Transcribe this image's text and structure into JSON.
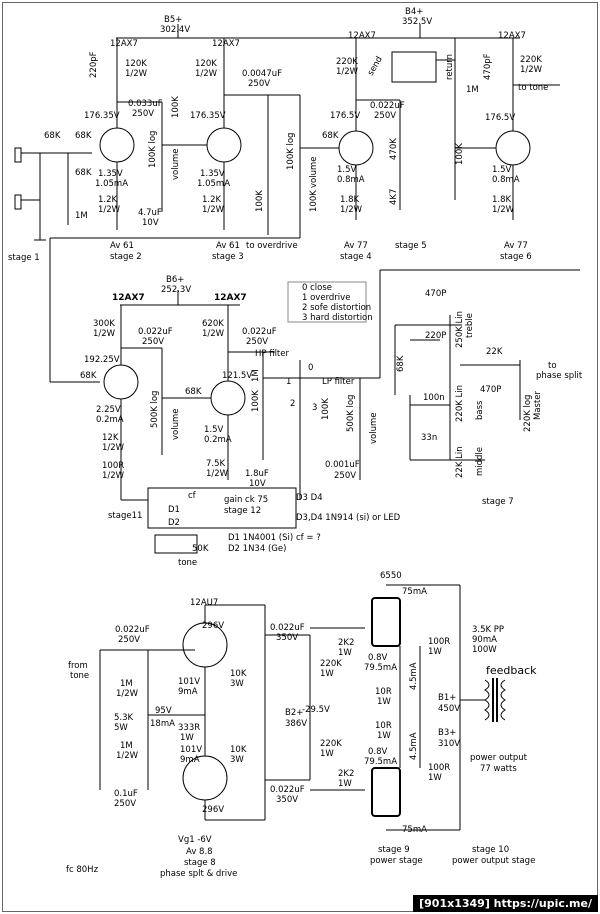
{
  "power": {
    "b5": "B5+",
    "b5_v": "302.4V",
    "b4": "B4+",
    "b4_v": "352.5V",
    "b6": "B6+",
    "b6_v": "252.3V",
    "b2": "B2+",
    "b2_v": "386V",
    "b1": "B1+",
    "b1_v": "450V",
    "b3": "B3+",
    "b3_v": "310V"
  },
  "tubes": {
    "t1": "12AX7",
    "t2": "12AX7",
    "t3": "12AX7",
    "t4": "12AX7",
    "t5": "12AX7",
    "t6": "12AX7",
    "t7": "12AU7",
    "t8": "6550"
  },
  "row1": {
    "c220p": "220pF",
    "r120k_a": "120K",
    "r120k_a2": "1/2W",
    "r120k_b": "120K",
    "r120k_b2": "1/2W",
    "v176a": "176.35V",
    "v176b": "176.35V",
    "c033": "0.033uF",
    "c033v": "250V",
    "r100k": "100K",
    "c0047": "0.0047uF",
    "c0047v": "250V",
    "r68k_a": "68K",
    "r68k_b": "68K",
    "r68k_c": "68K",
    "r1m": "1M",
    "pot_vol": "100K log",
    "vol": "volume",
    "k1a": "1.35V",
    "k1b": "1.05mA",
    "k2a": "1.35V",
    "k2b": "1.05mA",
    "rk1": "1.2K",
    "rk1w": "1/2W",
    "rk2": "1.2K",
    "rk2w": "1/2W",
    "c47": "4.7uF",
    "c47v": "10V",
    "r220k_a": "220K",
    "r220k_a2": "1/2W",
    "send": "send",
    "return": "return",
    "r1m_b": "1M",
    "c470p": "470pF",
    "r220k_b": "220K",
    "r220k_b2": "1/2W",
    "v1765a": "176.5V",
    "v1765b": "176.5V",
    "c022": "0.022uF",
    "c022v": "250V",
    "r470k": "470K",
    "pot2": "100K log",
    "vol2": "volume",
    "r68k_d": "68K",
    "r100k_a": "100K",
    "r100k_b": "100K",
    "r100k_c": "100K",
    "k3a": "1.5V",
    "k3b": "0.8mA",
    "k4a": "1.5V",
    "k4b": "0.8mA",
    "rk3": "1.8K",
    "rk3w": "1/2W",
    "rk4": "1.8K",
    "rk4w": "1/2W",
    "r4k7": "4K7",
    "to_tone": "to tone",
    "to_overdrive": "to overdrive"
  },
  "stages_top": {
    "s1": "stage 1",
    "s2a": "Av 61",
    "s2b": "stage 2",
    "s3a": "Av 61",
    "s3b": "stage  3",
    "s4a": "Av 77",
    "s4b": "stage 4",
    "s5": "stage 5",
    "s6a": "Av 77",
    "s6b": "stage 6"
  },
  "switch_legend": [
    "0 close",
    "1 overdrive",
    "2 sofe distortion",
    "3 hard distortion"
  ],
  "row2": {
    "r300k": "300K",
    "r300k2": "1/2W",
    "c022a": "0.022uF",
    "c022av": "250V",
    "r620k": "620K",
    "r620k2": "1/2W",
    "c022b": "0.022uF",
    "c022bv": "250V",
    "hp": "HP filter",
    "lp": "LP filter",
    "v19225": "192.25V",
    "v1215": "121.5V",
    "r68k": "68K",
    "r68k2": "68K",
    "pot500": "500K log",
    "vol": "volume",
    "pot500b": "500K log",
    "vol2": "volume",
    "r1m": "1M",
    "r100k": "100K",
    "ka": "2.25V",
    "kb": "0.2mA",
    "kc": "1.5V",
    "kd": "0.2mA",
    "r12k": "12K",
    "r12k2": "1/2W",
    "r100r": "100R",
    "r100r2": "1/2W",
    "r75k": "7.5K",
    "r75k2": "1/2W",
    "c18": "1.8uF",
    "c18v": "10V",
    "c0001": "0.001uF",
    "c0001v": "250V",
    "r100k_b": "100K",
    "sw0": "0",
    "sw1": "1",
    "sw2": "2",
    "sw3": "3",
    "d3d4": "D3  D4",
    "diodes": "D3,D4 1N914 (si) or LED",
    "s11": "stage11",
    "gain": "gain ck  75",
    "s12": "stage 12",
    "cf": "cf",
    "d1": "D1",
    "d2": "D2",
    "d1n": "D1 1N4001 (Si)",
    "d2n": "D2 1N34 (Ge)",
    "pot50k": "50K",
    "tone": "tone",
    "cfq": "cf = ?"
  },
  "tone": {
    "c470p": "470P",
    "c220p": "220P",
    "r68k": "68K",
    "pot250": "250K Lin",
    "treble": "treble",
    "r22k": "22K",
    "to_ps": "to",
    "to_ps2": "phase split",
    "c470p2": "470P",
    "c100n": "100n",
    "pot220": "220K Lin",
    "bass": "bass",
    "c33n": "33n",
    "pot22": "22K Lin",
    "middle": "middle",
    "master": "220K log",
    "master2": "Master",
    "s7": "stage 7"
  },
  "power_section": {
    "from": "from",
    "from2": "tone",
    "c022": "0.022uF",
    "c022v": "250V",
    "v296a": "296V",
    "v296b": "296V",
    "c022b": "0.022uF",
    "c022bv": "350V",
    "c022c": "0.022uF",
    "c022cv": "350V",
    "r1m": "1M",
    "r1m2": "1/2W",
    "v101a": "101V",
    "i9a": "9mA",
    "v95": "95V",
    "r53k": "5.3K",
    "r53k2": "5W",
    "i18": "18mA",
    "r333": "333R",
    "r333w": "1W",
    "r1mb": "1M",
    "r1mb2": "1/2W",
    "v101b": "101V",
    "i9b": "9mA",
    "c01": "0.1uF",
    "c01v": "250V",
    "r10k_a": "10K",
    "r10k_a2": "3W",
    "r10k_b": "10K",
    "r10k_b2": "3W",
    "r2k2a": "2K2",
    "r2k2aw": "1W",
    "r2k2b": "2K2",
    "r2k2bw": "1W",
    "r220ka": "220K",
    "r220kaw": "1W",
    "r220kb": "220K",
    "r220kbw": "1W",
    "bias": "-29.5V",
    "i75a": "75mA",
    "i75b": "75mA",
    "v08a": "0.8V",
    "i795a": "79.5mA",
    "v08b": "0.8V",
    "i795b": "79.5mA",
    "i45a": "4.5mA",
    "i45b": "4.5mA",
    "r10ra": "10R",
    "r10raw": "1W",
    "r10rb": "10R",
    "r10rbw": "1W",
    "r100ra": "100R",
    "r100raw": "1W",
    "r100rb": "100R",
    "r100rbw": "1W",
    "pp1": "3.5K PP",
    "pp2": "90mA",
    "pp3": "100W",
    "feedback": "feedback",
    "po1": "power output",
    "po2": "77 watts",
    "vg": "Vg1 -6V",
    "av": "Av 8.8",
    "s8": "stage 8",
    "s8b": "phase splt & drive",
    "fc": "fc 80Hz",
    "s9": "stage 9",
    "s9b": "power stage",
    "s10": "stage 10",
    "s10b": "power output stage"
  },
  "footer": "[901x1349] https://upic.me/"
}
